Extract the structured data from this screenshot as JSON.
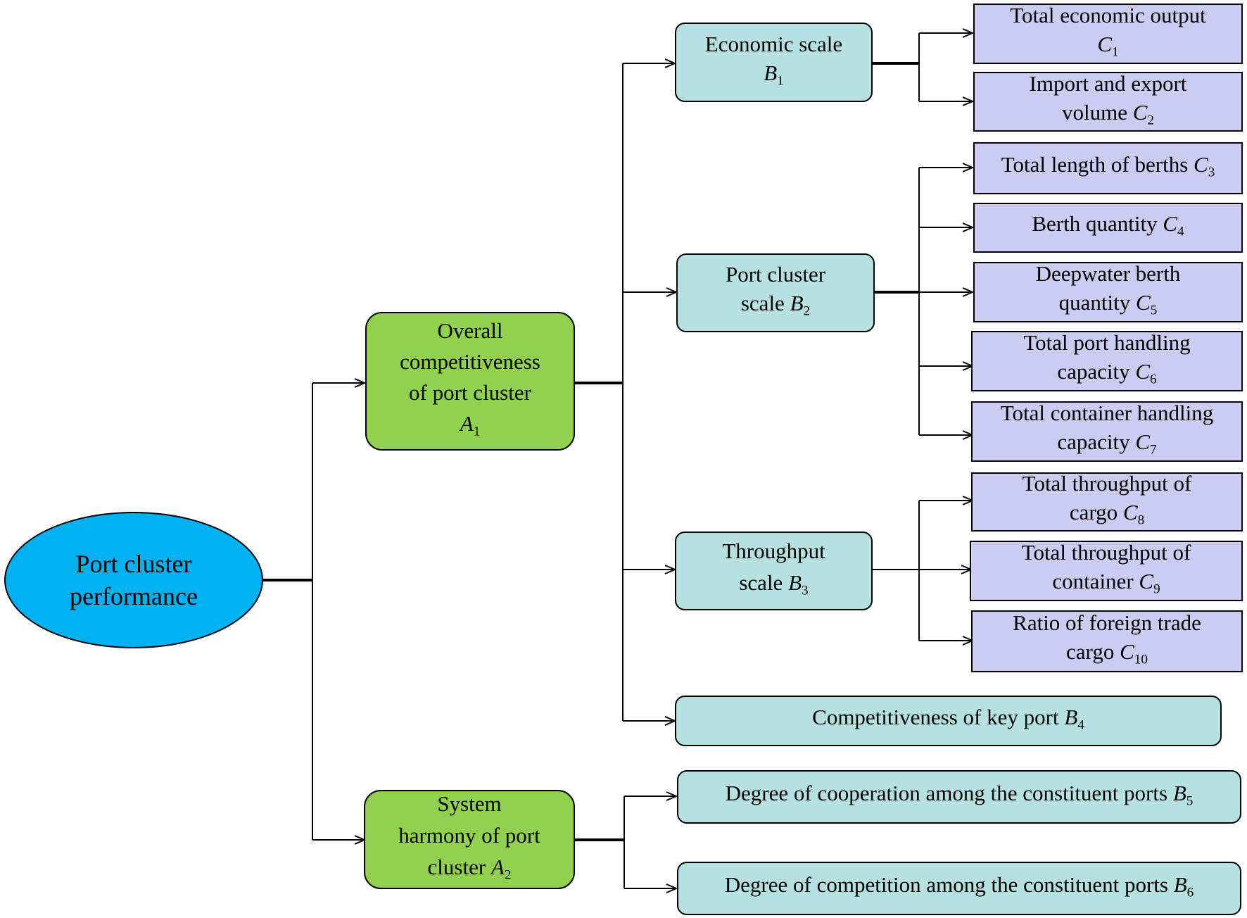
{
  "root": {
    "line1": "Port cluster",
    "line2": "performance"
  },
  "criteria": {
    "A1": {
      "lines": [
        "Overall",
        "competitiveness",
        "of port cluster"
      ],
      "var": "A",
      "sub": "1"
    },
    "A2": {
      "lines": [
        "System",
        "harmony of port"
      ],
      "last": "cluster",
      "var": "A",
      "sub": "2"
    }
  },
  "subcriteria": {
    "B1": {
      "line1": "Economic scale",
      "line2_text": "",
      "var": "B",
      "sub": "1"
    },
    "B2": {
      "line1": "Port cluster",
      "line2_text": "scale",
      "var": "B",
      "sub": "2"
    },
    "B3": {
      "line1": "Throughput",
      "line2_text": "scale",
      "var": "B",
      "sub": "3"
    },
    "B4": {
      "text": "Competitiveness of key port",
      "var": "B",
      "sub": "4"
    },
    "B5": {
      "text": "Degree of cooperation among the constituent ports",
      "var": "B",
      "sub": "5"
    },
    "B6": {
      "text": "Degree of competition among the constituent ports",
      "var": "B",
      "sub": "6"
    }
  },
  "indicators": {
    "C1": {
      "line1": "Total economic output",
      "line2_text": "",
      "var": "C",
      "sub": "1"
    },
    "C2": {
      "line1": "Import and export",
      "line2_text": "volume",
      "var": "C",
      "sub": "2"
    },
    "C3": {
      "line1": "",
      "line2_text": "Total length of berths",
      "var": "C",
      "sub": "3"
    },
    "C4": {
      "line1": "",
      "line2_text": "Berth quantity",
      "var": "C",
      "sub": "4"
    },
    "C5": {
      "line1": "Deepwater berth",
      "line2_text": "quantity",
      "var": "C",
      "sub": "5"
    },
    "C6": {
      "line1": "Total port handling",
      "line2_text": "capacity",
      "var": "C",
      "sub": "6"
    },
    "C7": {
      "line1": "Total container handling",
      "line2_text": "capacity",
      "var": "C",
      "sub": "7"
    },
    "C8": {
      "line1": "Total throughput of",
      "line2_text": "cargo",
      "var": "C",
      "sub": "8"
    },
    "C9": {
      "line1": "Total throughput of",
      "line2_text": "container",
      "var": "C",
      "sub": "9"
    },
    "C10": {
      "line1": "Ratio of foreign trade",
      "line2_text": "cargo",
      "var": "C",
      "sub": "10"
    }
  },
  "colors": {
    "root_fill": "#00b0f0",
    "criteria_fill": "#92d050",
    "subcriteria_fill": "#b7e1e1",
    "indicator_fill": "#cccbf2",
    "stroke": "#000000"
  }
}
